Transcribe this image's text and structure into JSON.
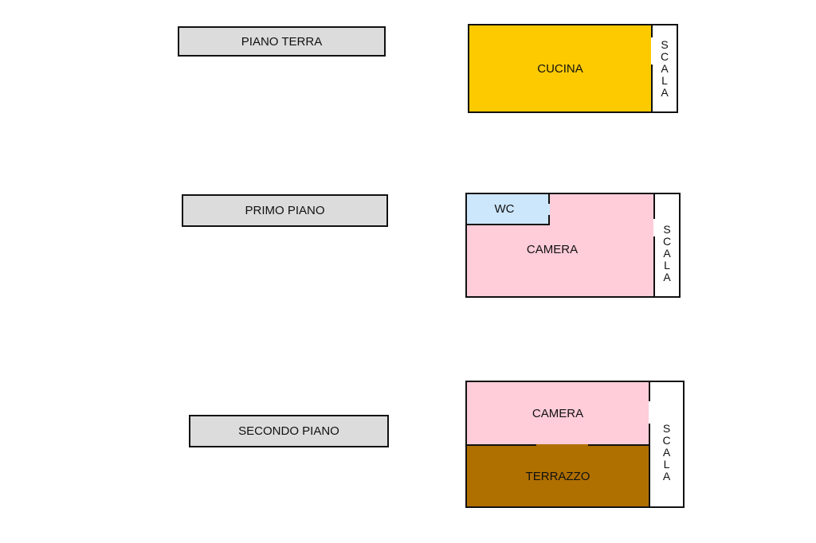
{
  "floors": [
    {
      "label": "PIANO TERRA",
      "rooms": {
        "kitchen": "CUCINA",
        "stairs": "SCALA"
      }
    },
    {
      "label": "PRIMO PIANO",
      "rooms": {
        "bathroom": "WC",
        "bedroom": "CAMERA",
        "stairs": "SCALA"
      }
    },
    {
      "label": "SECONDO PIANO",
      "rooms": {
        "bedroom": "CAMERA",
        "terrace": "TERRAZZO",
        "stairs": "SCALA"
      }
    }
  ],
  "colors": {
    "kitchen": "#fdca00",
    "bedroom": "#ffccd9",
    "bathroom": "#cce6fb",
    "terrace": "#b07000",
    "stairs": "#ffffff",
    "label_bg": "#dcdcdc"
  }
}
